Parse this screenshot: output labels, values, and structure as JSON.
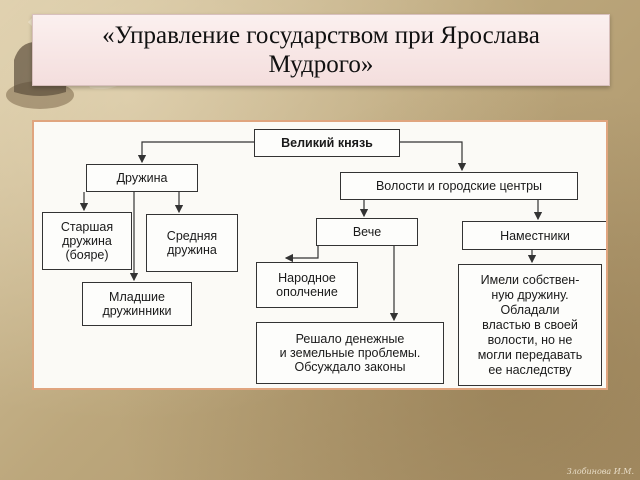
{
  "slide": {
    "title": "«Управление государством при Ярослава Мудрого»",
    "watermark": "Злобинова И.М."
  },
  "diagram": {
    "nodes": {
      "grand_prince": "Великий князь",
      "druzhina": "Дружина",
      "volosts": "Волости и городские центры",
      "senior_druzhina": "Старшая\nдружина\n(бояре)",
      "middle_druzhina": "Средняя\nдружина",
      "veche": "Вече",
      "namestniki": "Наместники",
      "junior_druzhina": "Младшие\nдружинники",
      "militia": "Народное\nополчение",
      "veche_role": "Решало денежные\nи земельные проблемы.\nОбсуждало законы",
      "namestniki_role": "Имели собствен-\nную дружину.\nОбладали\nвластью в своей\nволости, но не\nмогли передавать\nее наследству"
    },
    "edges": [
      [
        "grand_prince",
        "druzhina"
      ],
      [
        "grand_prince",
        "volosts"
      ],
      [
        "druzhina",
        "senior_druzhina"
      ],
      [
        "druzhina",
        "middle_druzhina"
      ],
      [
        "druzhina",
        "junior_druzhina"
      ],
      [
        "volosts",
        "veche"
      ],
      [
        "volosts",
        "namestniki"
      ],
      [
        "veche",
        "militia"
      ],
      [
        "veche",
        "veche_role"
      ],
      [
        "namestniki",
        "namestniki_role"
      ]
    ]
  }
}
